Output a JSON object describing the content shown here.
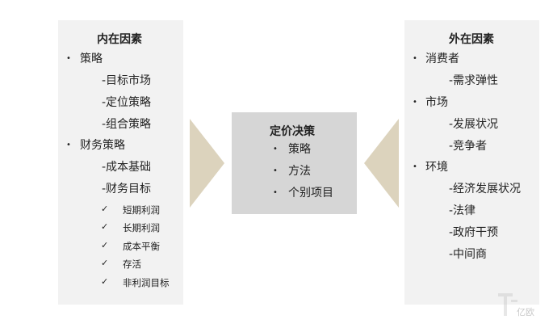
{
  "left": {
    "title": "内在因素",
    "strategy": "策略",
    "target_market": "-目标市场",
    "positioning": "-定位策略",
    "portfolio": "-组合策略",
    "finance_strategy": "财务策略",
    "cost_basis": "-成本基础",
    "finance_target": "-财务目标",
    "goals": [
      "短期利润",
      "长期利润",
      "成本平衡",
      "存活",
      "非利润目标"
    ]
  },
  "center": {
    "title": "定价决策",
    "items": [
      "策略",
      "方法",
      "个别项目"
    ]
  },
  "right": {
    "title": "外在因素",
    "consumer": "消费者",
    "demand_elasticity": "-需求弹性",
    "market": "市场",
    "development": "-发展状况",
    "competitors": "-竞争者",
    "environment": "环境",
    "economy": "-经济发展状况",
    "law": "-法律",
    "government": "-政府干预",
    "intermediary": "-中间商"
  },
  "watermark": "亿欧",
  "colors": {
    "arrow": "#dcd3bd",
    "side_panel": "#f2f2f2",
    "center_panel": "#d6d6d6"
  }
}
